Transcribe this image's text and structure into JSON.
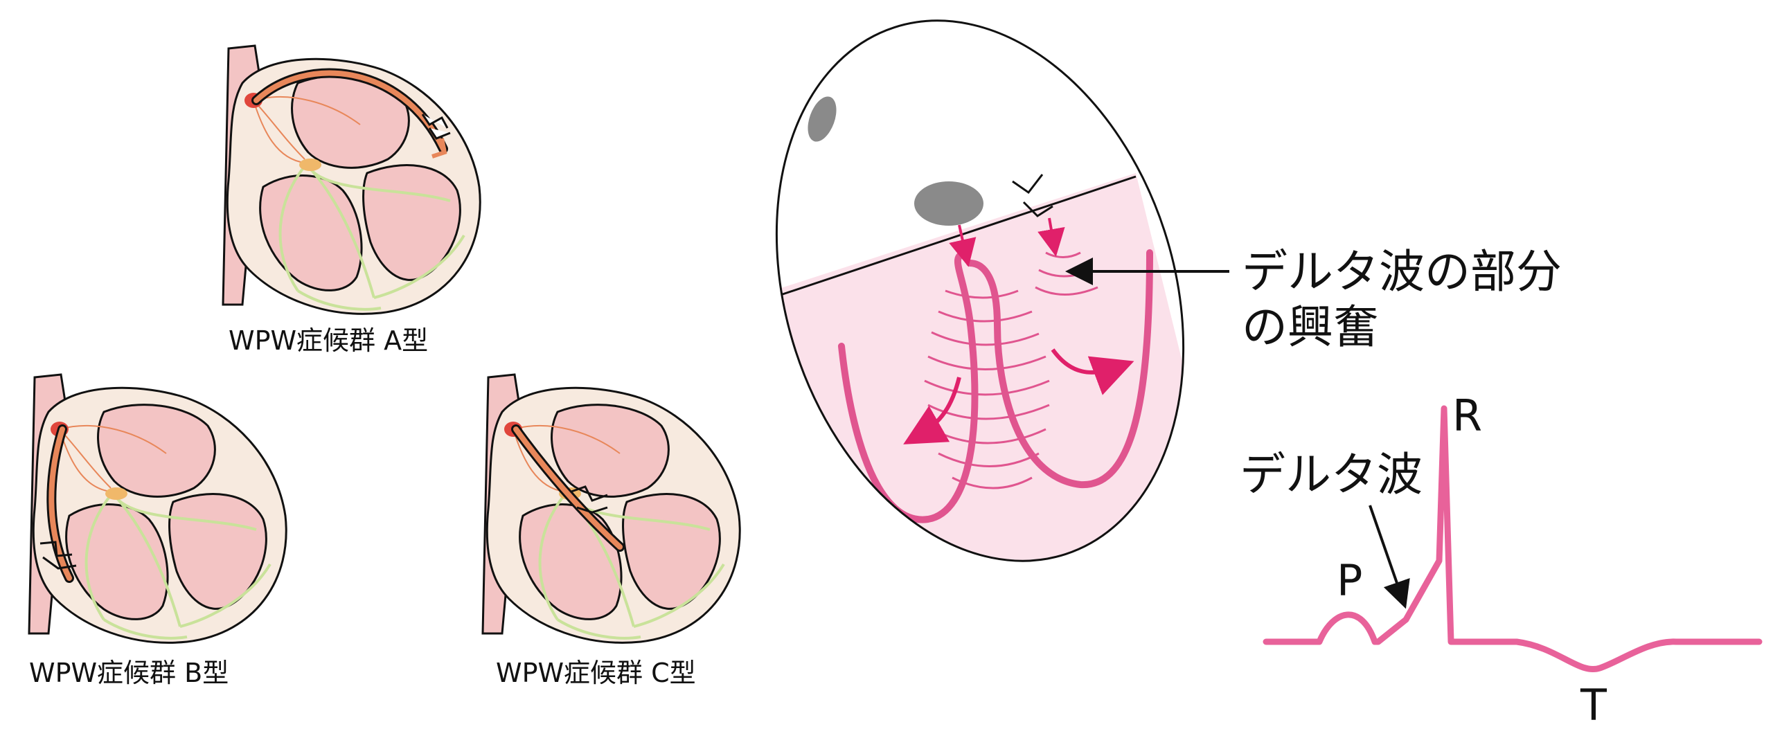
{
  "panels": {
    "type_a": {
      "caption": "WPW症候群 A型"
    },
    "type_b": {
      "caption": "WPW症候群 B型"
    },
    "type_c": {
      "caption": "WPW症候群 C型"
    }
  },
  "ventricle": {
    "annotation_line1": "デルタ波の部分",
    "annotation_line2": "の興奮"
  },
  "ecg": {
    "delta_label": "デルタ波",
    "p_label": "P",
    "r_label": "R",
    "t_label": "T"
  },
  "colors": {
    "heart_outline": "#111111",
    "heart_bg": "#f7eadf",
    "chamber_pink": "#f3c4c4",
    "wall_red": "#e89e9c",
    "pathway_orange": "#e8875a",
    "purkinje_green": "#c9e29a",
    "node_red": "#e0463c",
    "av_node": "#f0b86a",
    "ventricle_pink": "#fbe1ea",
    "excitation_magenta": "#e0558f",
    "arrow_magenta": "#e0206a",
    "ecg_pink": "#e8629a",
    "gray_dot": "#8a8a8a"
  }
}
